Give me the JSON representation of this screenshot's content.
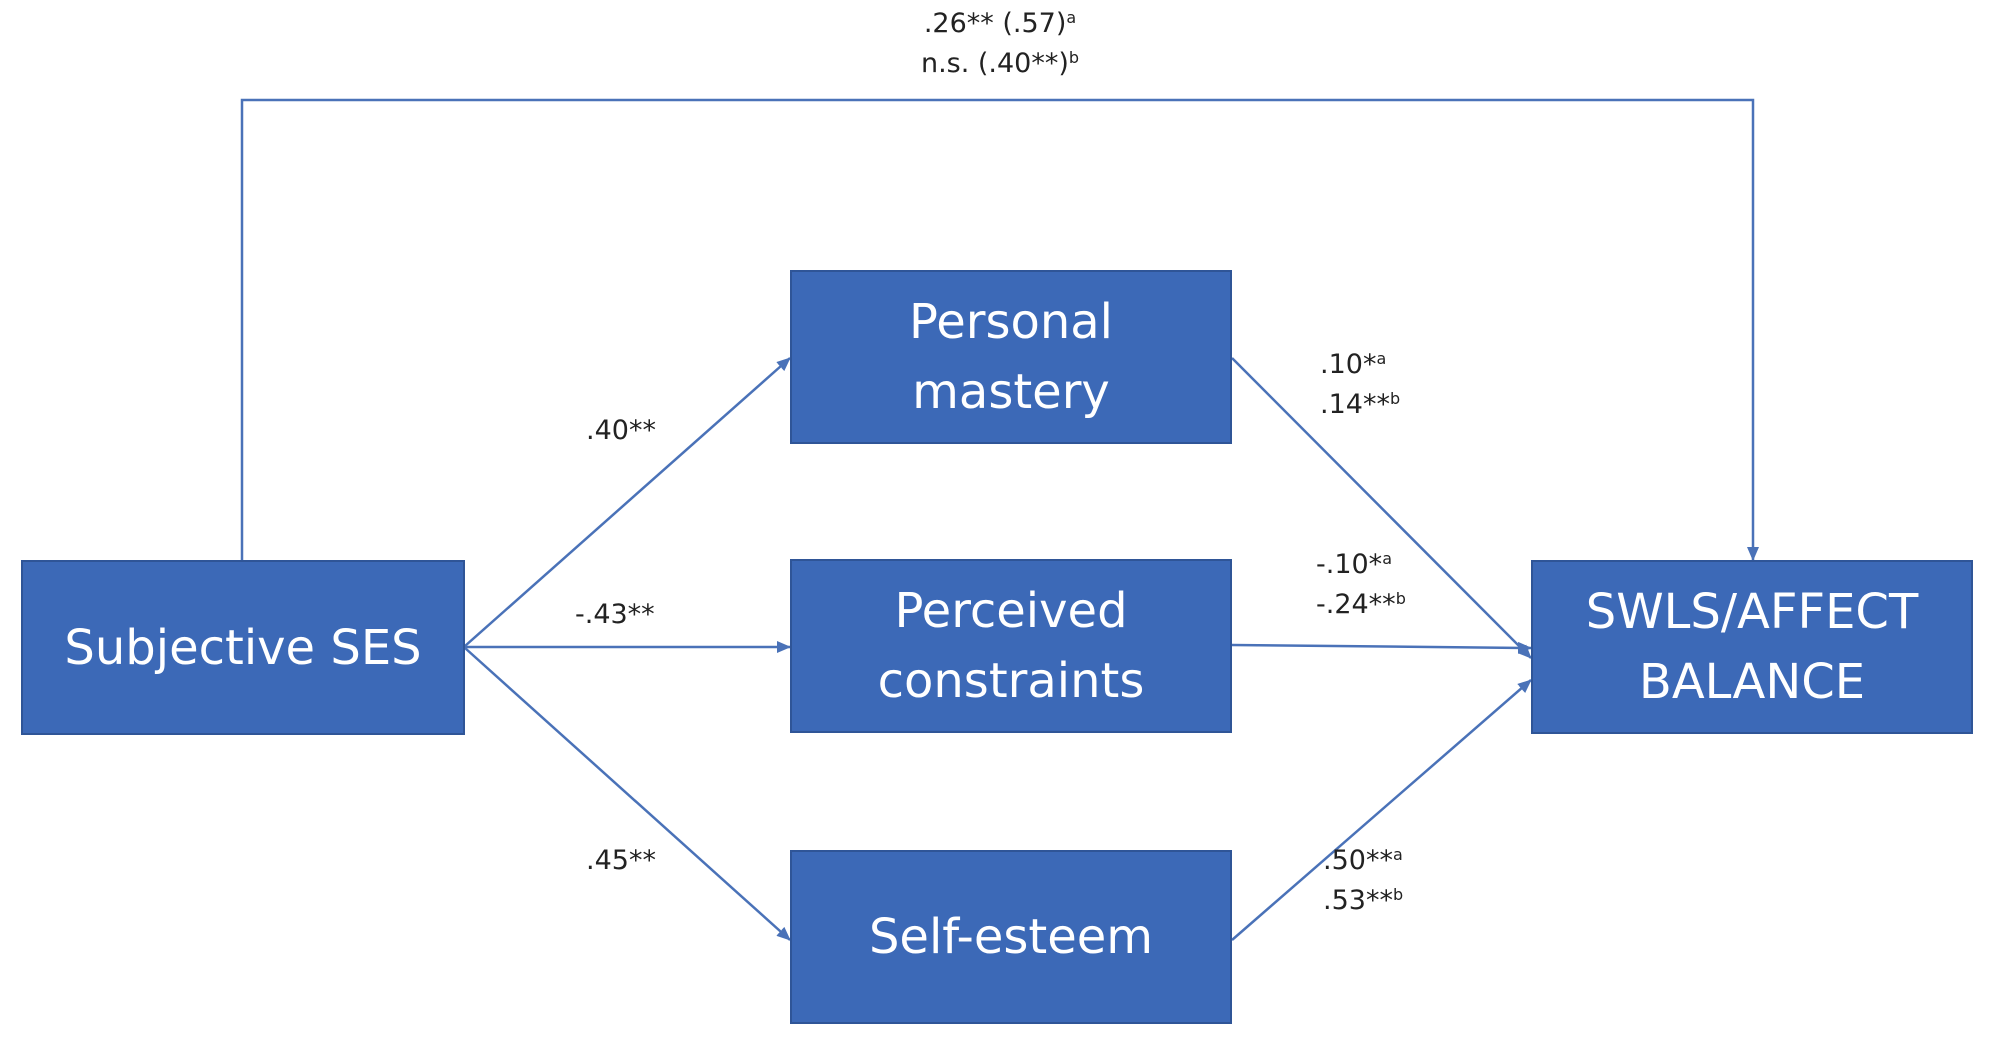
{
  "colors": {
    "box_fill": "#3c69b7",
    "box_border": "#2f5597",
    "box_text": "#ffffff",
    "arrow": "#4a72b8",
    "label_text": "#222222"
  },
  "nodes": {
    "ses": {
      "lines": [
        "Subjective SES"
      ]
    },
    "mastery": {
      "lines": [
        "Personal",
        "mastery"
      ]
    },
    "constraints": {
      "lines": [
        "Perceived",
        "constraints"
      ]
    },
    "esteem": {
      "lines": [
        "Self-esteem"
      ]
    },
    "outcome": {
      "lines": [
        "SWLS/AFFECT",
        "BALANCE"
      ]
    }
  },
  "coefficients": {
    "direct": {
      "line1": ".26** (.57)",
      "line1_sup": "a",
      "line2": "n.s. (.40**)",
      "line2_sup": "b"
    },
    "ses_to_mastery": ".40**",
    "ses_to_constraints": "-.43**",
    "ses_to_esteem": ".45**",
    "mastery_to_outcome": {
      "line1": ".10*",
      "line1_sup": "a",
      "line2": ".14**",
      "line2_sup": "b"
    },
    "constraints_to_outcome": {
      "line1": "-.10*",
      "line1_sup": "a",
      "line2": "-.24**",
      "line2_sup": "b"
    },
    "esteem_to_outcome": {
      "line1": ".50**",
      "line1_sup": "a",
      "line2": ".53**",
      "line2_sup": "b"
    }
  }
}
